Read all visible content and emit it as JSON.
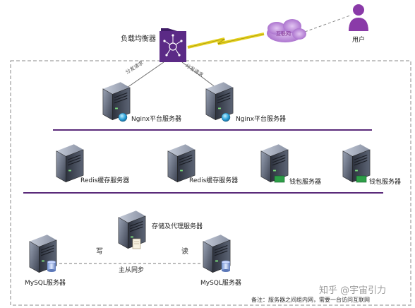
{
  "diagram": {
    "load_balancer": "负载均衡器",
    "internet": "互联网",
    "user": "用户",
    "distribute_left": "分发请求",
    "distribute_right": "分发请求",
    "nginx_left": "Nginx平台服务器",
    "nginx_right": "Nginx平台服务器",
    "redis_left": "Redis缓存服务器",
    "redis_right": "Redis缓存服务器",
    "wallet_left": "钱包服务器",
    "wallet_right": "钱包服务器",
    "storage_proxy": "存储及代理服务器",
    "write": "写",
    "read": "读",
    "master_slave_sync": "主从同步",
    "mysql_left": "MySQL服务器",
    "mysql_right": "MySQL服务器",
    "footnote": "备注：服务器之间组内网，需要一台访问互联网",
    "watermark": "知乎 @宇宙引力"
  },
  "colors": {
    "lb_purple": "#5b2a86",
    "network_line": "#5a2a7a",
    "server_dark": "#3d4352",
    "server_light": "#8a93a6",
    "cloud": "#b07ad0",
    "lightning": "#f2e23a",
    "user": "#8a3aa8"
  }
}
